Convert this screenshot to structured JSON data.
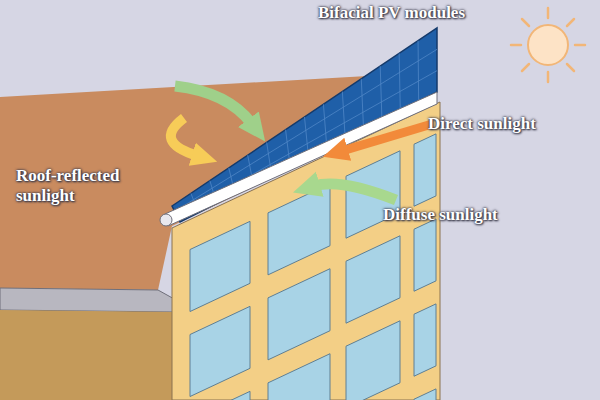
{
  "diagram": {
    "labels": [
      "Bifacial PV modules",
      "Direct sunlight",
      "Roof-reflected sunlight",
      "Diffuse sunlight"
    ]
  }
}
